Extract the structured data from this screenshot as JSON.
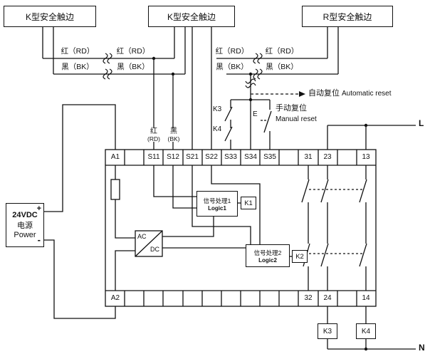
{
  "title_boxes": {
    "left": "K型安全触边",
    "center": "K型安全触边",
    "right": "R型安全触边"
  },
  "wire_labels": {
    "left_red_1": "红（RD）",
    "left_red_2": "红（RD）",
    "left_black_1": "黑（BK）",
    "left_black_2": "黑（BK）",
    "right_red_1": "红（RD）",
    "right_red_2": "红（RD）",
    "right_black_1": "黑（BK）",
    "right_black_2": "黑（BK）"
  },
  "terminal_tags": {
    "red_cn": "红",
    "red_en": "(RD)",
    "black_cn": "黑",
    "black_en": "(BK)"
  },
  "reset_circuit": {
    "auto_cn": "自动复位",
    "auto_en": "Automatic reset",
    "manual_cn": "手动复位",
    "manual_en": "Manual reset",
    "k3_label": "K3",
    "k4_label": "K4",
    "e_label": "E"
  },
  "power_supply": {
    "line1": "24VDC",
    "line2": "电源",
    "line3": "Power",
    "plus": "+",
    "minus": "-"
  },
  "relay_block": {
    "terminals_top": [
      "A1",
      "S11",
      "S12",
      "S21",
      "S22",
      "S33",
      "S34",
      "S35",
      "31",
      "23",
      "13"
    ],
    "terminals_bottom": [
      "A2",
      "32",
      "24",
      "14"
    ],
    "logic1_cn": "信号处理1",
    "logic1_en": "Logic1",
    "logic2_cn": "信号处理2",
    "logic2_en": "Logic2",
    "k1_label": "K1",
    "k2_label": "K2",
    "ac_label": "AC",
    "dc_label": "DC"
  },
  "external": {
    "k3_coil": "K3",
    "k4_coil": "K4",
    "l_label": "L",
    "n_label": "N"
  }
}
